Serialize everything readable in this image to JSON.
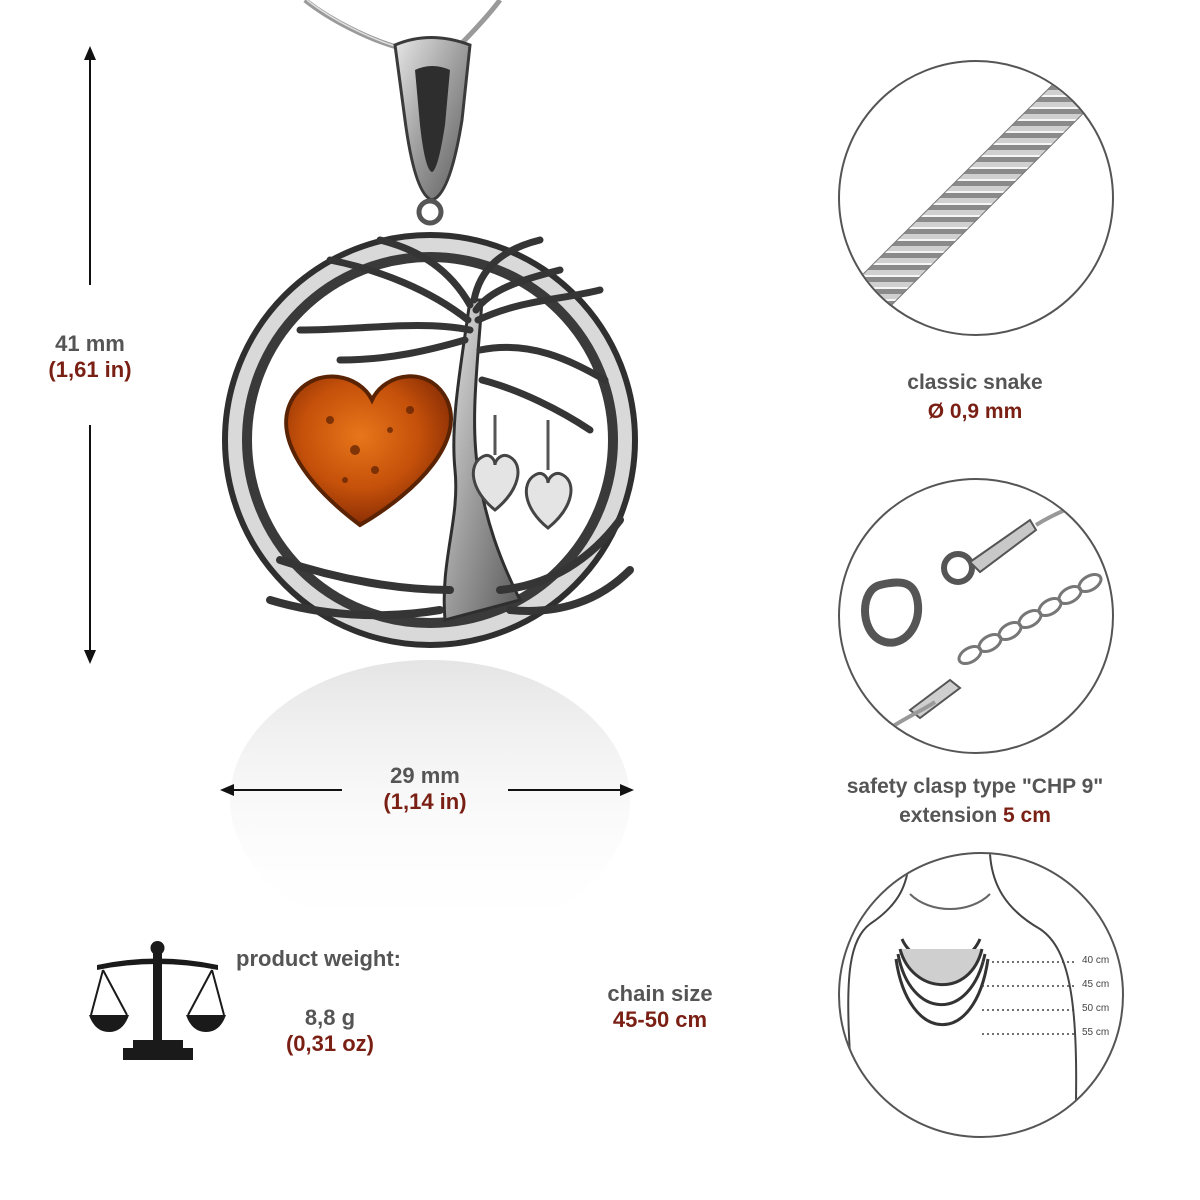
{
  "height_dimension": {
    "metric": "41 mm",
    "imperial": "(1,61 in)"
  },
  "width_dimension": {
    "metric": "29 mm",
    "imperial": "(1,14 in)"
  },
  "chain_type": {
    "label": "classic snake",
    "value": "Ø 0,9 mm"
  },
  "clasp": {
    "line1": "safety clasp type \"CHP 9\"",
    "line2_prefix": "extension",
    "line2_value": "5 cm"
  },
  "size_guide": {
    "labels": [
      "40 cm",
      "45 cm",
      "50 cm",
      "55 cm"
    ]
  },
  "weight": {
    "label": "product weight:",
    "metric": "8,8 g",
    "imperial": "(0,31 oz)"
  },
  "chain_size": {
    "label": "chain size",
    "value": "45-50 cm"
  },
  "colors": {
    "accent_red": "#7a1f14",
    "text_grey": "#555555",
    "amber": "#c9560c",
    "silver": "#b8b8b8"
  },
  "icons": [
    "scale-icon",
    "arrow-icon"
  ]
}
